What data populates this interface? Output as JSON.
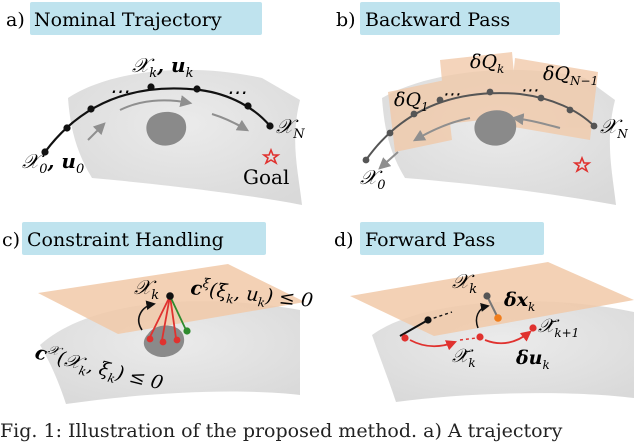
{
  "panels": [
    {
      "letter": "a)",
      "title": "Nominal Trajectory",
      "labels": {
        "state_k": "𝒳",
        "state_k_sub": "k",
        "control_k": ", u",
        "control_k_sub": "k",
        "state_0": "𝒳",
        "state_0_sub": "0",
        "control_0": ", u",
        "control_0_sub": "0",
        "state_N": "𝒳",
        "state_N_sub": "N",
        "ellipsis_left": "⋯",
        "ellipsis_right": "⋯",
        "goal": "Goal"
      }
    },
    {
      "letter": "b)",
      "title": "Backward Pass",
      "labels": {
        "dq_1": "δQ",
        "dq_1_sub": "1",
        "dq_k": "δQ",
        "dq_k_sub": "k",
        "dq_n1": "δQ",
        "dq_n1_sub": "N−1",
        "state_0": "𝒳",
        "state_0_sub": "0",
        "state_N": "𝒳",
        "state_N_sub": "N",
        "ellipsis_left": "⋯",
        "ellipsis_right": "⋯"
      }
    },
    {
      "letter": "c)",
      "title": "Constraint Handling",
      "labels": {
        "state_k": "𝒳",
        "state_k_sub": "k",
        "constraint_xi": "c",
        "constraint_xi_sup": "ξ",
        "constraint_xi_args": "(ξ",
        "constraint_xi_args_sub1": "k",
        "constraint_xi_args2": ", u",
        "constraint_xi_args_sub2": "k",
        "constraint_xi_rhs": ") ≤ 0",
        "constraint_x": "c",
        "constraint_x_sup": "𝒳",
        "constraint_x_args": "(𝒳",
        "constraint_x_args_sub1": "k",
        "constraint_x_args2": ", ξ",
        "constraint_x_args_sub2": "k",
        "constraint_x_rhs": ") ≤ 0"
      }
    },
    {
      "letter": "d)",
      "title": "Forward Pass",
      "labels": {
        "state_k": "𝒳",
        "state_k_sub": "k",
        "delta_x": "δx",
        "delta_x_sub": "k",
        "bar_state_k1": "𝒳̄",
        "bar_state_k1_sub": "k+1",
        "bar_state_k": "𝒳̄",
        "bar_state_k_sub": "k",
        "delta_u": "δu",
        "delta_u_sub": "k"
      }
    }
  ],
  "caption": "Fig. 1: Illustration of the proposed method. a) A trajectory",
  "colors": {
    "title_box": "#bfe3ee",
    "surface": "#e3e3e3",
    "obstacle": "#8a8a8a",
    "plane": "#f1c9a8",
    "node": "#111111",
    "goal": "#e0322f",
    "red_node": "#e0322f",
    "green_node": "#2e8b2e",
    "orange_node": "#f07d1c",
    "arrow": "#8f8f8f"
  }
}
